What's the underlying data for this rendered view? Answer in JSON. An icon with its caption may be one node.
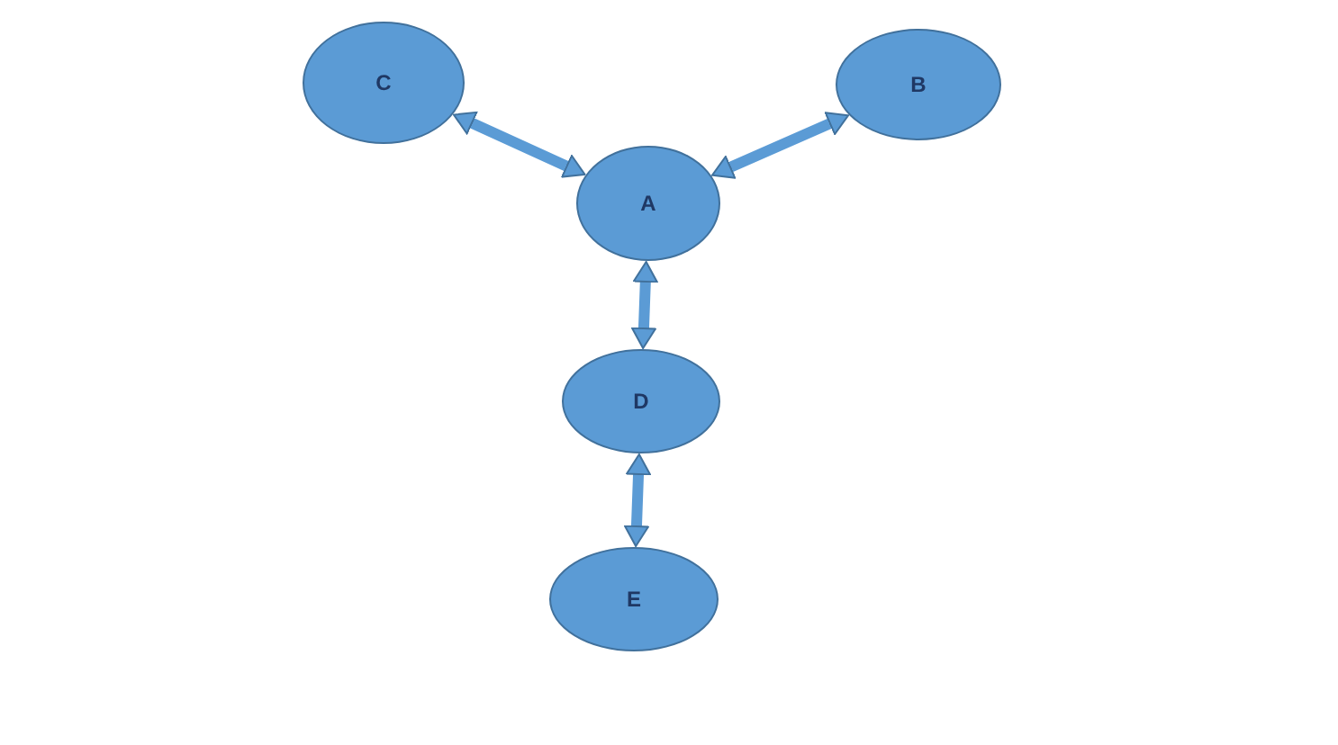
{
  "diagram": {
    "nodes": [
      {
        "text": [
          "C"
        ]
      },
      {
        "text": [
          "B"
        ]
      },
      {
        "text": [
          "A"
        ]
      },
      {
        "text": [
          "D"
        ]
      },
      {
        "text": [
          "E"
        ]
      }
    ],
    "edges": [
      {
        "from": 2,
        "to": 0,
        "arrow": "both"
      },
      {
        "from": 2,
        "to": 1,
        "arrow": "both"
      },
      {
        "from": 2,
        "to": 3,
        "arrow": "both"
      },
      {
        "from": 3,
        "to": 4,
        "arrow": "both"
      }
    ]
  }
}
